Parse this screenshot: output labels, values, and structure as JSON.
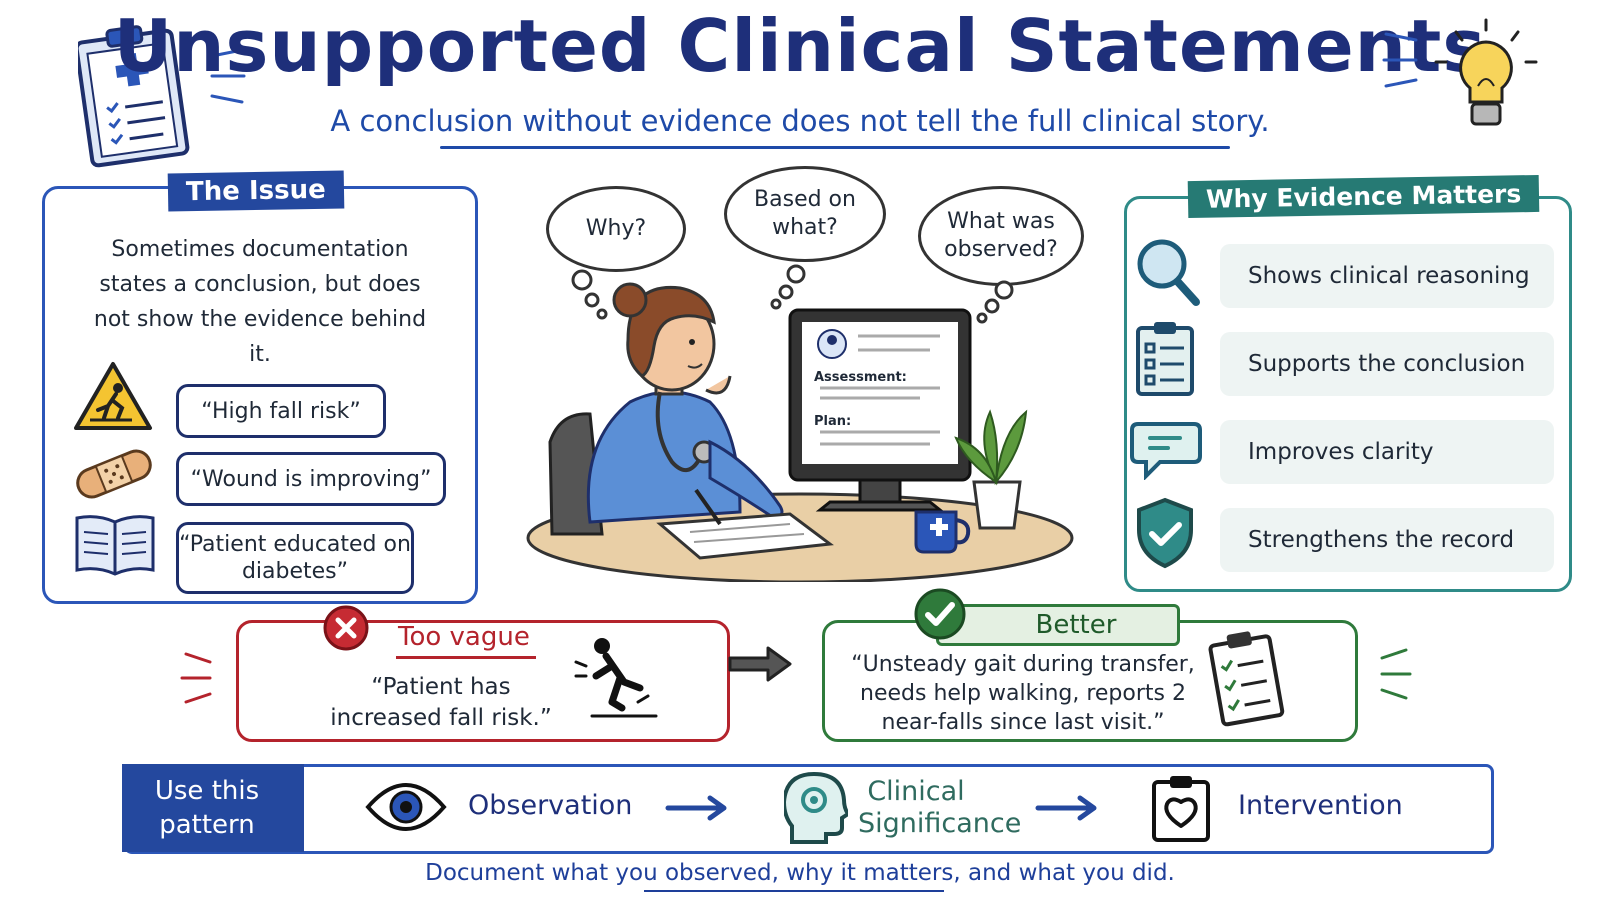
{
  "header": {
    "title": "Unsupported Clinical Statements",
    "subtitle": "A conclusion without evidence does not tell the full clinical story."
  },
  "issue": {
    "tag": "The Issue",
    "text": "Sometimes documentation states a conclusion, but does not show the evidence behind it.",
    "examples": [
      "“High fall risk”",
      "“Wound is improving”",
      "“Patient educated on diabetes”"
    ]
  },
  "scene": {
    "bubbles": [
      "Why?",
      "Based on what?",
      "What was observed?"
    ],
    "screen": {
      "assessment": "Assessment:",
      "plan": "Plan:"
    }
  },
  "why": {
    "tag": "Why Evidence Matters",
    "items": [
      "Shows clinical reasoning",
      "Supports the conclusion",
      "Improves clarity",
      "Strengthens the record"
    ]
  },
  "vague": {
    "label": "Too vague",
    "quote": "“Patient has increased fall risk.”"
  },
  "better": {
    "label": "Better",
    "quote": "“Unsteady gait during transfer, needs help walking, reports 2 near-falls since last visit.”"
  },
  "pattern": {
    "tag": "Use this pattern",
    "steps": [
      "Observation",
      "Clinical Significance",
      "Intervention"
    ]
  },
  "footer": "Document what you observed, why it matters, and what you did.",
  "colors": {
    "navy": "#1e2f7a",
    "blue": "#2b56b8",
    "teal": "#2f8b88",
    "red": "#b4232c",
    "green": "#2f7a3b"
  }
}
